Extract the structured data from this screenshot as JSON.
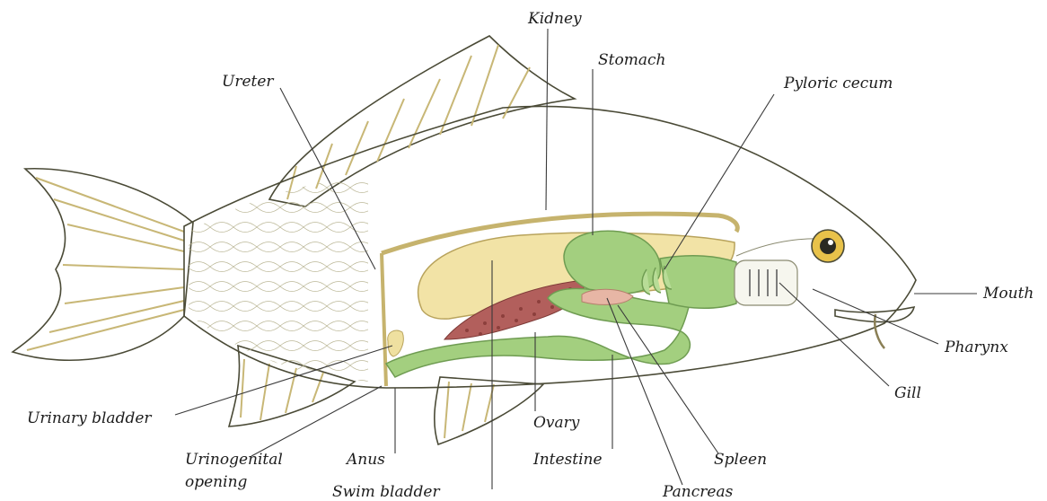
{
  "diagram": {
    "labels": {
      "kidney": "Kidney",
      "stomach": "Stomach",
      "ureter": "Ureter",
      "pyloric_cecum": "Pyloric cecum",
      "mouth": "Mouth",
      "pharynx": "Pharynx",
      "gill": "Gill",
      "urinary_bladder": "Urinary bladder",
      "urinogenital_opening_line1": "Urinogenital",
      "urinogenital_opening_line2": "opening",
      "anus": "Anus",
      "swim_bladder": "Swim bladder",
      "ovary": "Ovary",
      "intestine": "Intestine",
      "spleen": "Spleen",
      "pancreas": "Pancreas"
    },
    "colors": {
      "body_fill": "#fbf8e6",
      "fin_fill": "#efe6b3",
      "fin_stripe": "#c3b26b",
      "swim_bladder": "#f2e3a6",
      "ovary": "#b25f5c",
      "gut_green": "#a3cf7f",
      "gut_green_dark": "#6f9c52",
      "pancreas": "#e7b6a5",
      "eye": "#e8c24a"
    }
  }
}
